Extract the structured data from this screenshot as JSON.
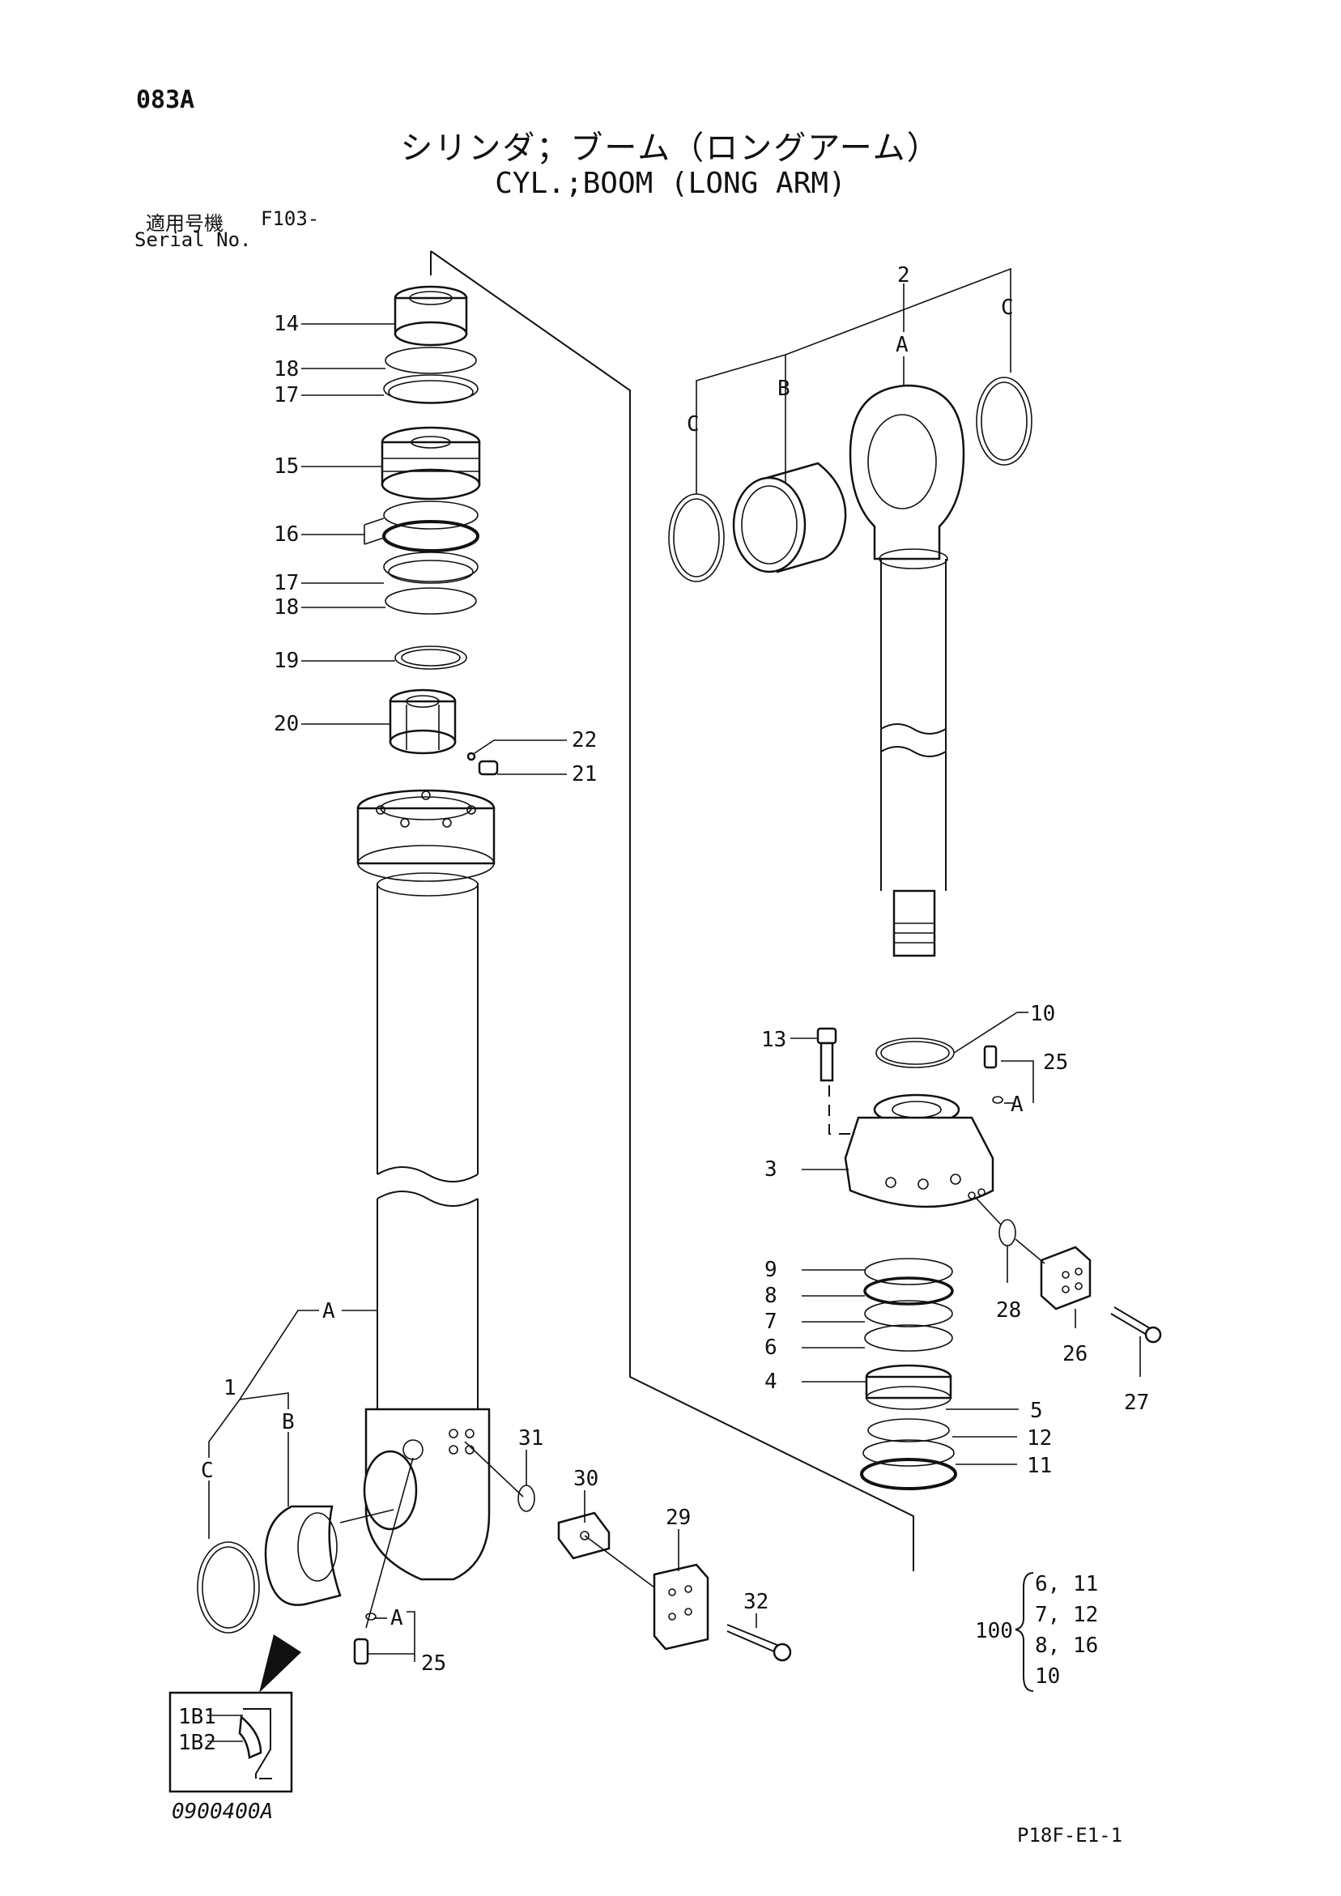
{
  "header": {
    "page_code": "083A",
    "title_jp": "シリンダ；ブーム（ロングアーム）",
    "title_en": "CYL.;BOOM (LONG ARM)",
    "serial_label_jp": "適用号機",
    "serial_value": "F103-",
    "serial_label_en": "Serial No."
  },
  "callouts": {
    "c14": "14",
    "c18a": "18",
    "c17a": "17",
    "c15": "15",
    "c16": "16",
    "c17b": "17",
    "c18b": "18",
    "c19": "19",
    "c20": "20",
    "c22": "22",
    "c21": "21",
    "c1": "1",
    "cA_left": "A",
    "cB_left": "B",
    "cC_left": "C",
    "c31": "31",
    "c30": "30",
    "c29": "29",
    "c32": "32",
    "cA_small": "A",
    "c25_left": "25",
    "c2": "2",
    "cA_top": "A",
    "cB_top": "B",
    "cC_top_left": "C",
    "cC_top_right": "C",
    "c10": "10",
    "c13": "13",
    "c25_right": "25",
    "cA_right": "A",
    "c3": "3",
    "c9": "9",
    "c8": "8",
    "c7": "7",
    "c6": "6",
    "c4": "4",
    "c5": "5",
    "c12": "12",
    "c11": "11",
    "c28": "28",
    "c26": "26",
    "c27": "27"
  },
  "detail_box": {
    "label1": "1B1",
    "label2": "1B2"
  },
  "kit": {
    "number": "100",
    "items": [
      "6, 11",
      "7, 12",
      "8, 16",
      "10"
    ]
  },
  "footer": {
    "drawing_code": "0900400A",
    "sheet_code": "P18F-E1-1"
  }
}
